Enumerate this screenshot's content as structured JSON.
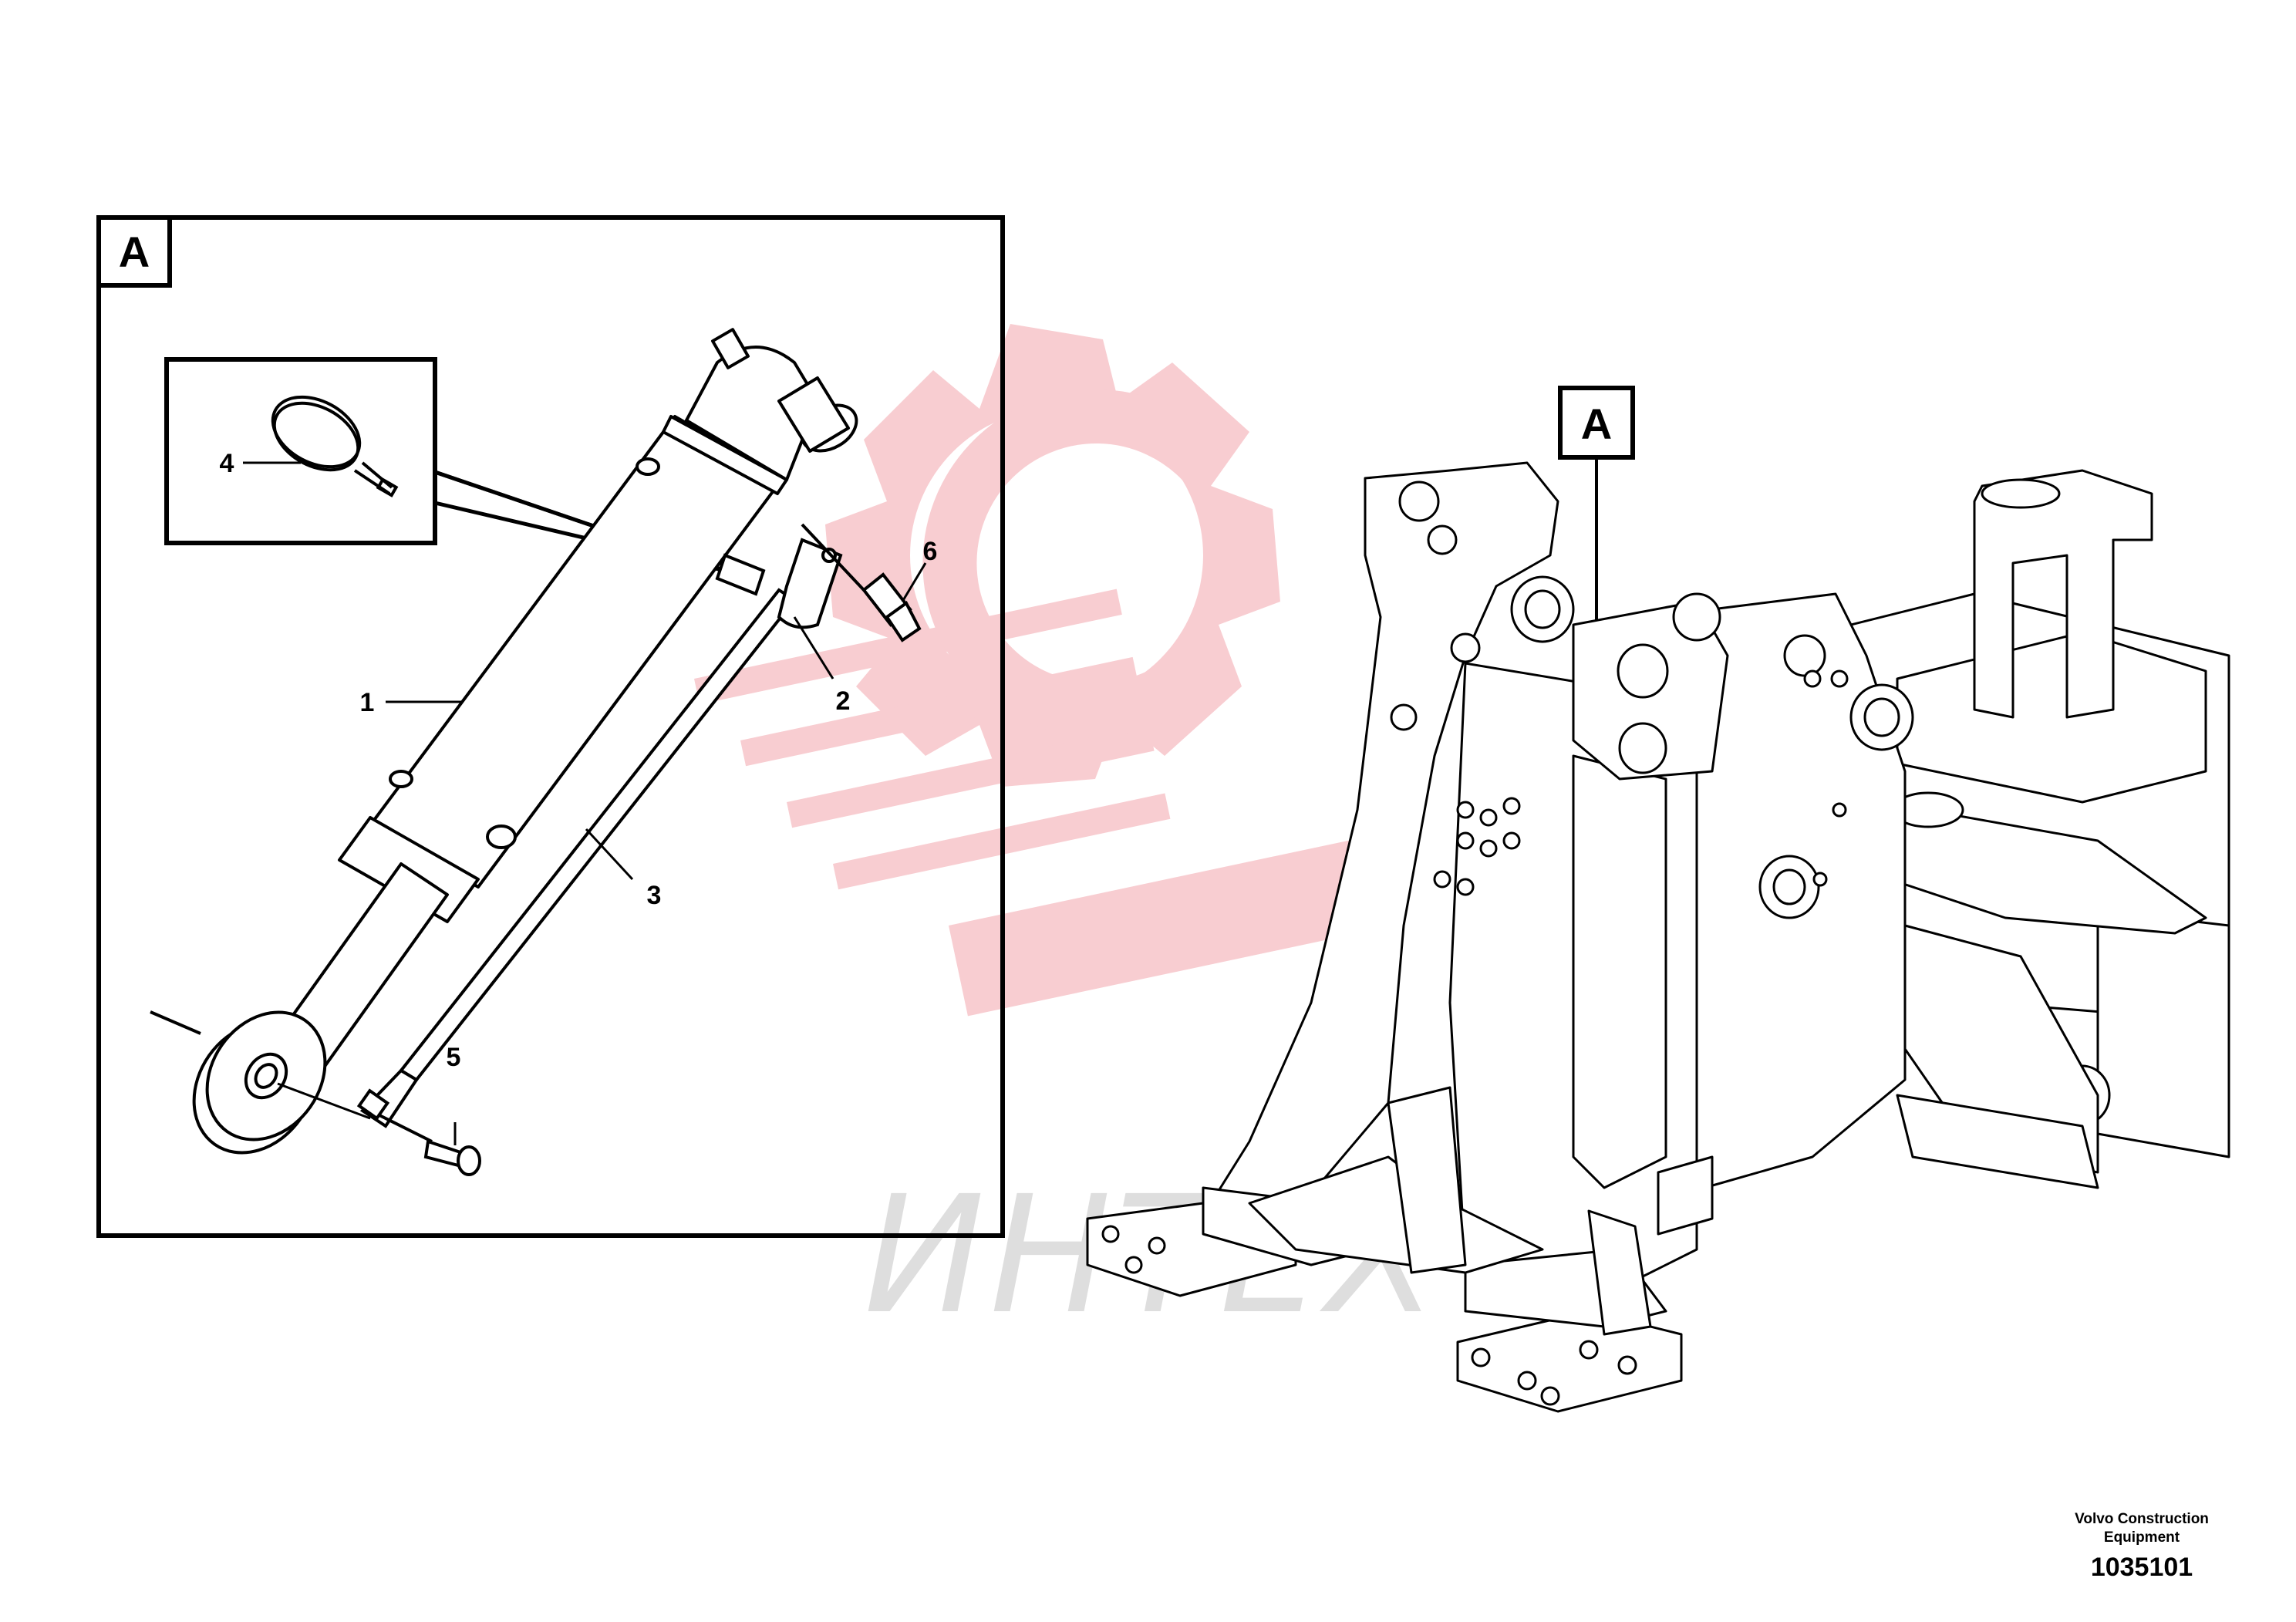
{
  "detail": {
    "label": "A"
  },
  "main": {
    "label": "A"
  },
  "callouts": [
    {
      "id": "1"
    },
    {
      "id": "2"
    },
    {
      "id": "3"
    },
    {
      "id": "4"
    },
    {
      "id": "5"
    },
    {
      "id": "6"
    }
  ],
  "watermark": {
    "text": "ИНТЕХ",
    "color": "#f7c9cd",
    "text_color": "#dcdcdc"
  },
  "footer": {
    "maker": "Volvo Construction Equipment",
    "doc_number": "1035101"
  }
}
